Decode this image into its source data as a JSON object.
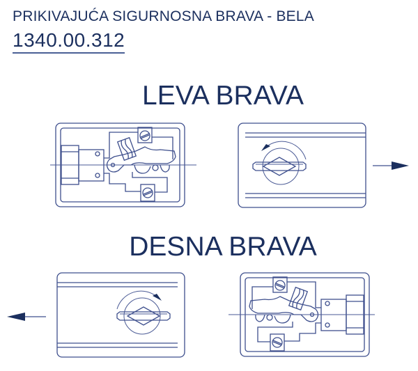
{
  "header": {
    "title": "PRIKIVAJUĆA SIGURNOSNA BRAVA - BELA",
    "product_code": "1340.00.312"
  },
  "sections": [
    {
      "label": "LEVA BRAVA",
      "direction_arrow": "arrow-right"
    },
    {
      "label": "DESNA BRAVA",
      "direction_arrow": "arrow-left"
    }
  ],
  "colors": {
    "primary": "#1b2f5e",
    "line": "#3e4f8d"
  }
}
